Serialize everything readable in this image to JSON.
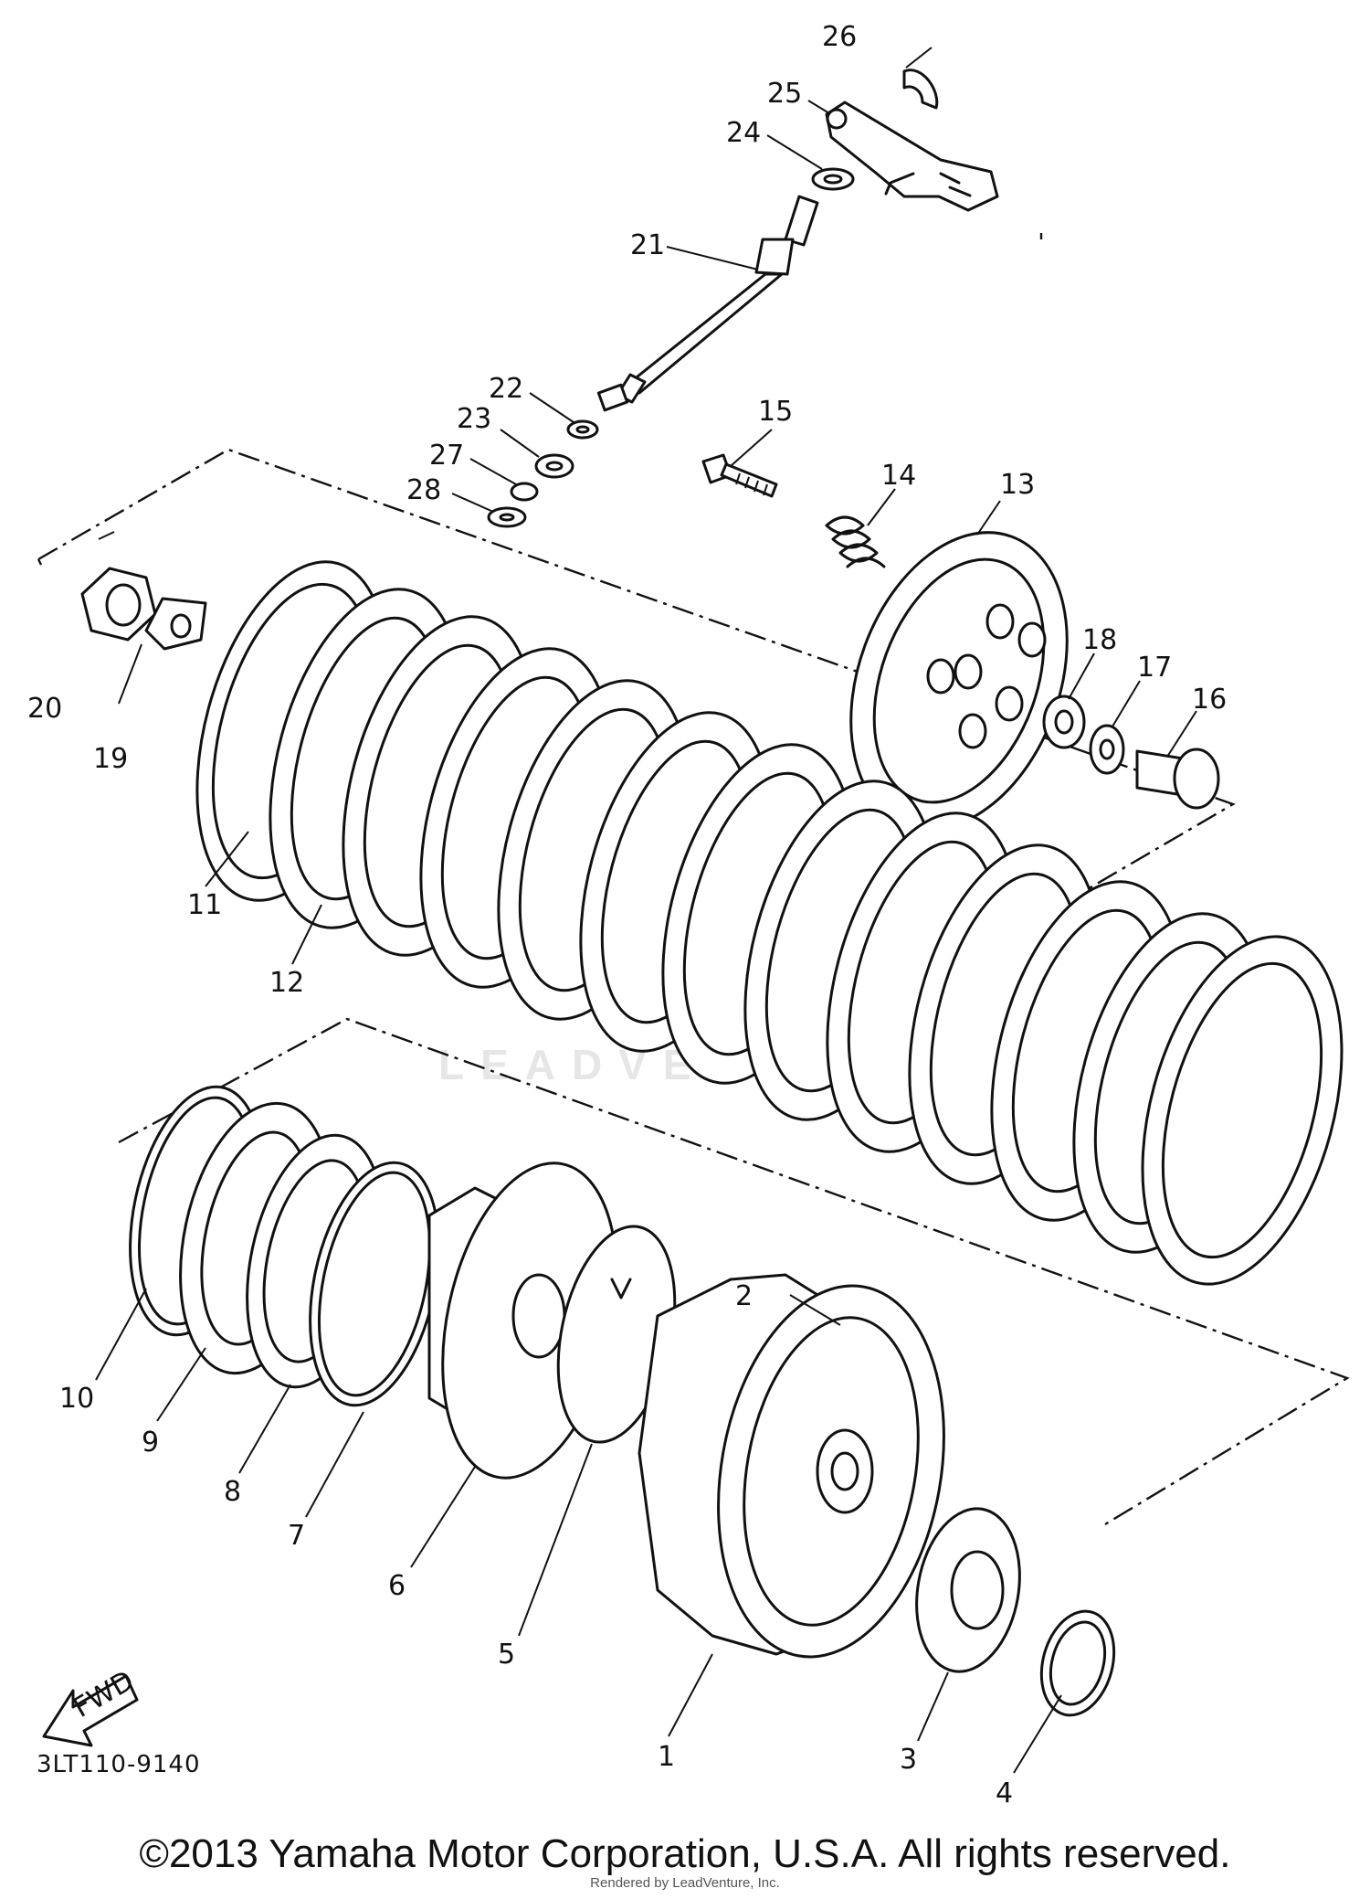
{
  "diagram_code": "3LT110-9140",
  "copyright": "©2013 Yamaha Motor Corporation, U.S.A. All rights reserved.",
  "rendered_by": "Rendered by LeadVenture, Inc.",
  "watermark": "LEADVENTURE",
  "fwd_arrow_label": "FWD",
  "callouts": [
    "1",
    "2",
    "3",
    "4",
    "5",
    "6",
    "7",
    "8",
    "9",
    "10",
    "11",
    "12",
    "13",
    "14",
    "15",
    "16",
    "17",
    "18",
    "19",
    "20",
    "21",
    "22",
    "23",
    "24",
    "25",
    "26",
    "27",
    "28"
  ]
}
